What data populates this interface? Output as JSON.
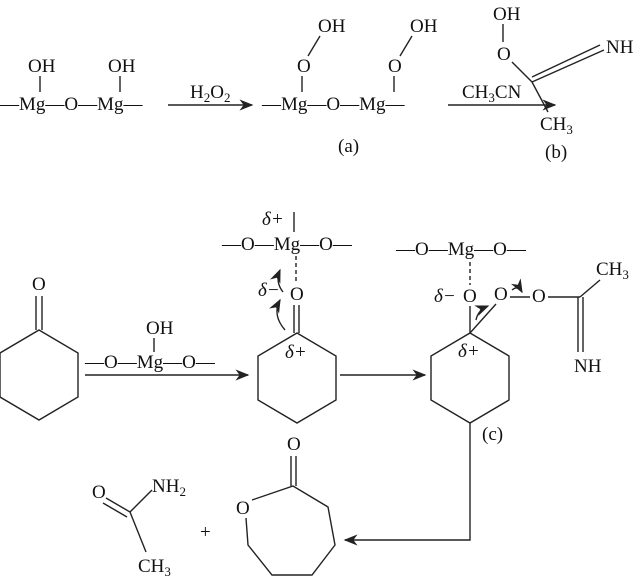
{
  "row1": {
    "reactant": {
      "chain": "—Mg—O—Mg—",
      "oh1": "OH",
      "oh2": "OH"
    },
    "arrow1_label": {
      "main": "H",
      "sub": "2",
      "main2": "O",
      "sub2": "2"
    },
    "product_a": {
      "chain": "—Mg—O—Mg—",
      "o1": "O",
      "o2": "O",
      "oh1": "OH",
      "oh2": "OH",
      "label": "(a)"
    },
    "arrow2_label": {
      "main": "CH",
      "sub": "3",
      "main2": "CN"
    },
    "product_b": {
      "oh": "OH",
      "o": "O",
      "nh": "NH",
      "ch3": "CH",
      "ch3_sub": "3",
      "label": "(b)"
    }
  },
  "row2": {
    "cyclohexanone_o": "O",
    "catalyst": {
      "chain": "—O—Mg—O—",
      "oh": "OH"
    },
    "intermediate1": {
      "chain": "—O—Mg—O—",
      "o": "O",
      "delta_plus_top": "δ+",
      "delta_minus": "δ−",
      "delta_plus_ring": "δ+"
    },
    "intermediate2": {
      "chain": "—O—Mg—O—",
      "o1": "O",
      "o2": "O",
      "o3": "O",
      "delta_minus": "δ−",
      "delta_plus": "δ+",
      "ch3": "CH",
      "ch3_sub": "3",
      "nh": "NH",
      "label": "(c)"
    }
  },
  "row3": {
    "acetamide": {
      "o": "O",
      "nh2": "NH",
      "nh2_sub": "2",
      "ch3": "CH",
      "ch3_sub": "3"
    },
    "plus": "+",
    "caprolactone": {
      "carbonyl_o": "O",
      "ring_o": "O"
    }
  }
}
